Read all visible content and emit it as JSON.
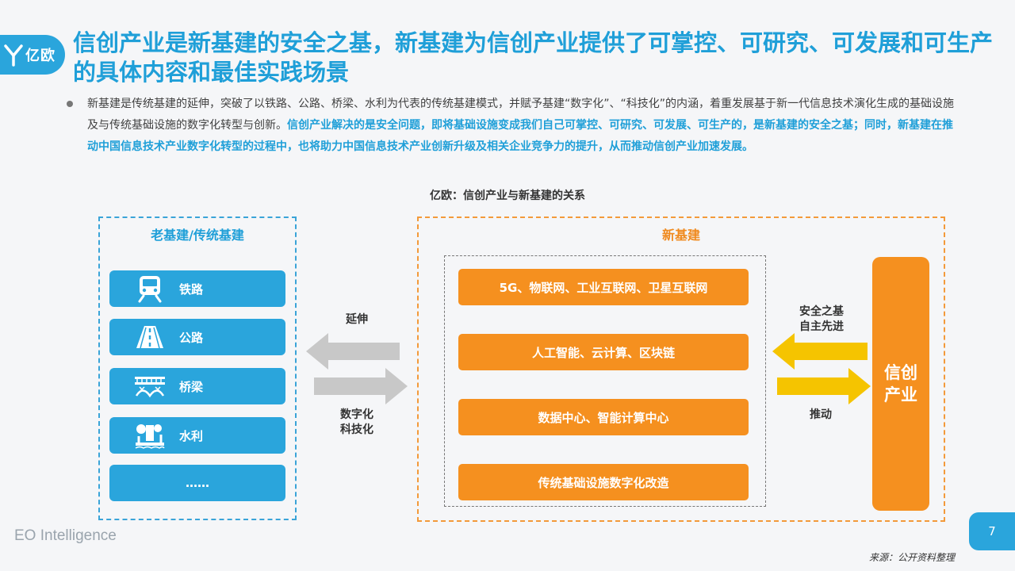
{
  "logo": {
    "text": "亿欧"
  },
  "title": "信创产业是新基建的安全之基，新基建为信创产业提供了可掌控、可研究、可发展和可生产的具体内容和最佳实践场景",
  "bullet": {
    "normal": "新基建是传统基建的延伸，突破了以铁路、公路、桥梁、水利为代表的传统基建模式，并赋予基建“数字化”、“科技化”的内涵，着重发展基于新一代信息技术演化生成的基础设施及与传统基础设施的数字化转型与创新。",
    "highlight": "信创产业解决的是安全问题，即将基础设施变成我们自己可掌控、可研究、可发展、可生产的，是新基建的安全之基；同时，新基建在推动中国信息技术产业数字化转型的过程中，也将助力中国信息技术产业创新升级及相关企业竞争力的提升，从而推动信创产业加速发展。"
  },
  "diagram": {
    "title": "亿欧：信创产业与新基建的关系",
    "old": {
      "title": "老基建/传统基建",
      "items": [
        {
          "label": "铁路",
          "icon": "train-icon"
        },
        {
          "label": "公路",
          "icon": "road-icon"
        },
        {
          "label": "桥梁",
          "icon": "bridge-icon"
        },
        {
          "label": "水利",
          "icon": "water-icon"
        },
        {
          "label": "……",
          "icon": ""
        }
      ]
    },
    "arrows_left": {
      "top_label": "延伸",
      "bottom_label_1": "数字化",
      "bottom_label_2": "科技化"
    },
    "new": {
      "title": "新基建",
      "items": [
        "5G、物联网、工业互联网、卫星互联网",
        "人工智能、云计算、区块链",
        "数据中心、智能计算中心",
        "传统基础设施数字化改造"
      ]
    },
    "arrows_right": {
      "top_label_1": "安全之基",
      "top_label_2": "自主先进",
      "bottom_label": "推动"
    },
    "xinchuang": {
      "line1": "信创",
      "line2": "产业"
    }
  },
  "colors": {
    "blue": "#2aa5dc",
    "orange": "#f5901f",
    "gray_arrow": "#c8c8c8",
    "yellow_arrow": "#f5c400"
  },
  "footer": {
    "brand": "EO Intelligence",
    "page": "7",
    "source": "来源：公开资料整理"
  }
}
